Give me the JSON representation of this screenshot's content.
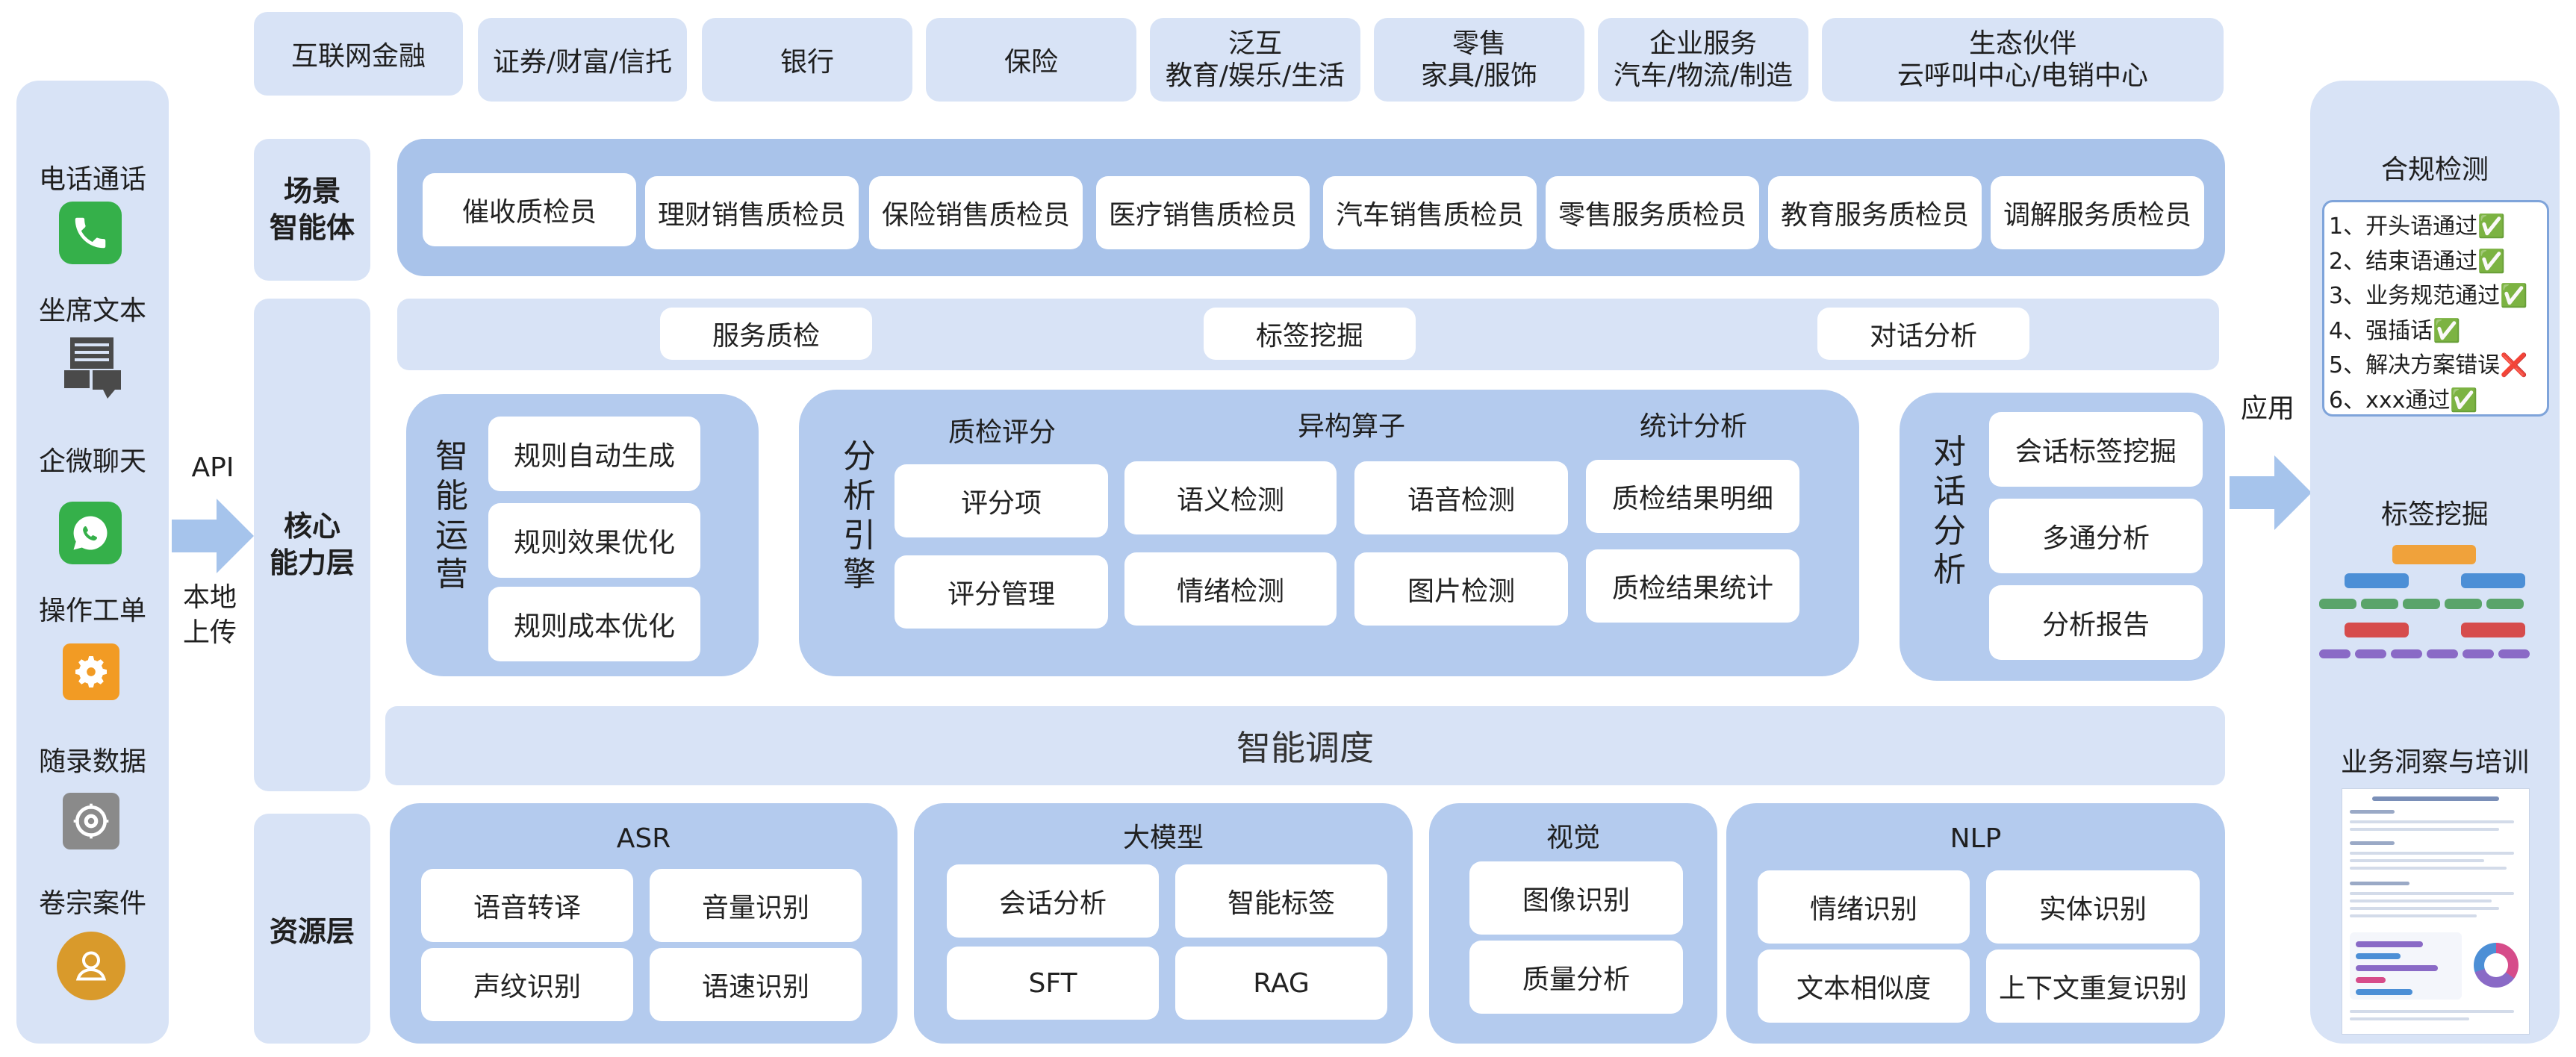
{
  "industries": [
    "互联网金融",
    "证券/财富/信托",
    "银行",
    "保险",
    "泛互\n教育/娱乐/生活",
    "零售\n家具/服饰",
    "企业服务\n汽车/物流/制造",
    "生态伙伴\n云呼叫中心/电销中心"
  ],
  "left_sources": [
    {
      "label": "电话通话",
      "icon": "phone-icon"
    },
    {
      "label": "坐席文本",
      "icon": "message-icon"
    },
    {
      "label": "企微聊天",
      "icon": "wechat-icon"
    },
    {
      "label": "操作工单",
      "icon": "gear-icon"
    },
    {
      "label": "随录数据",
      "icon": "settings-icon"
    },
    {
      "label": "卷宗案件",
      "icon": "user-icon"
    }
  ],
  "api_label": "API",
  "upload_label": "本地\n上传",
  "apply_label": "应用",
  "layers": {
    "scene": "场景\n智能体",
    "core": "核心\n能力层",
    "resource": "资源层"
  },
  "scene_agents": [
    "催收质检员",
    "理财销售质检员",
    "保险销售质检员",
    "医疗销售质检员",
    "汽车销售质检员",
    "零售服务质检员",
    "教育服务质检员",
    "调解服务质检员"
  ],
  "core_top": [
    "服务质检",
    "标签挖掘",
    "对话分析"
  ],
  "smart_ops": {
    "title": "智\n能\n运\n营",
    "items": [
      "规则自动生成",
      "规则效果优化",
      "规则成本优化"
    ]
  },
  "engine": {
    "title": "分\n析\n引\n擎",
    "scoring": {
      "header": "质检评分",
      "items": [
        "评分项",
        "评分管理"
      ]
    },
    "hetero": {
      "header": "异构算子",
      "items": [
        "语义检测",
        "语音检测",
        "情绪检测",
        "图片检测"
      ]
    },
    "stats": {
      "header": "统计分析",
      "items": [
        "质检结果明细",
        "质检结果统计"
      ]
    }
  },
  "dialog": {
    "title": "对\n话\n分\n析",
    "items": [
      "会话标签挖掘",
      "多通分析",
      "分析报告"
    ]
  },
  "dispatch": "智能调度",
  "resources": [
    {
      "title": "ASR",
      "items": [
        "语音转译",
        "音量识别",
        "声纹识别",
        "语速识别"
      ]
    },
    {
      "title": "大模型",
      "items": [
        "会话分析",
        "智能标签",
        "SFT",
        "RAG"
      ]
    },
    {
      "title": "视觉",
      "items": [
        "图像识别",
        "质量分析"
      ]
    },
    {
      "title": "NLP",
      "items": [
        "情绪识别",
        "实体识别",
        "文本相似度",
        "上下文重复识别"
      ]
    }
  ],
  "right": {
    "compliance_title": "合规检测",
    "checks": [
      "1、开头语通过✅",
      "2、结束语通过✅",
      "3、业务规范通过✅",
      "4、强插话✅",
      "5、解决方案错误❌",
      "6、xxx通过✅"
    ],
    "tag_title": "标签挖掘",
    "insight_title": "业务洞察与培训"
  },
  "colors": {
    "light_box": "#d8e3f6",
    "panel": "#b4cbee",
    "mid": "#a9c3ea",
    "arrow": "#a6c4ec"
  }
}
